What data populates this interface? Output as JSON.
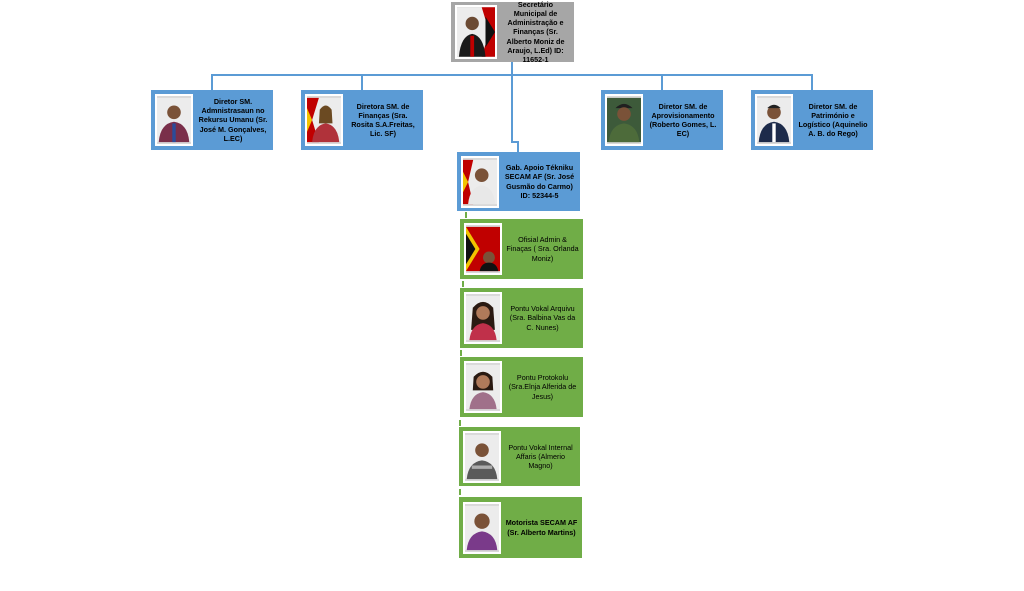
{
  "top": {
    "text": "Secretário Municipal de Administração e Finanças (Sr. Alberto Moniz de Araujo, L.Ed) ID: 11652-1"
  },
  "directors": [
    {
      "text": "Diretor SM. Admnistrasaun no Rekursu Umanu (Sr. José M. Gonçalves, L.EC)"
    },
    {
      "text": "Diretora SM. de Finanças (Sra. Rosita S.A.Freitas, Lic. SF)"
    },
    {
      "text": "Diretor SM. de Aprovisionamento (Roberto Gomes, L. EC)"
    },
    {
      "text": "Diretor SM. de Património e Logístico (Aquinelio A. B. do Rego)"
    }
  ],
  "gab": {
    "text": "Gab. Apoio Tékniku SECAM AF (Sr. José Gusmão do Carmo) ID: 52344-5"
  },
  "staff": [
    {
      "text": "Ofisial Admin & Finaças ( Sra. Orlanda Moniz)"
    },
    {
      "text": "Pontu Vokal Arquivu (Sra. Balbina Vas da C. Nunes)"
    },
    {
      "text": "Pontu Protokolu (Sra.Elnja Alferida de Jesus)"
    },
    {
      "text": "Pontu Vokal Internal Affaris (Almerio Magno)"
    },
    {
      "text": "Motorista SECAM AF (Sr. Alberto Martins)"
    }
  ],
  "colors": {
    "top": "#a6a6a6",
    "director": "#5b9bd5",
    "staff": "#70ad47",
    "connector": "#5b9bd5"
  }
}
